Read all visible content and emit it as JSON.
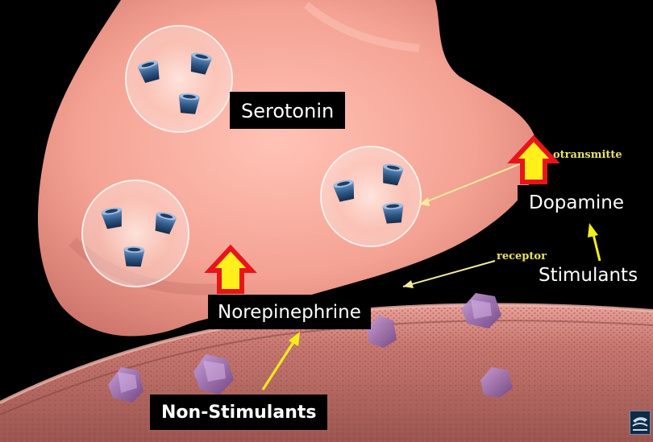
{
  "labels": {
    "serotonin": "Serotonin",
    "neurotransmitter_partial": "otransmitte",
    "dopamine": "Dopamine",
    "receptor": "receptor",
    "stimulants": "Stimulants",
    "norepinephrine": "Norepinephrine",
    "non_stimulants": "Non-Stimulants"
  },
  "colors": {
    "background": "#000000",
    "axon_terminal": "#ef9a8e",
    "membrane": "#c98079",
    "vesicle_molecule": "#2f5a8a",
    "receptor_protein": "#9b6bb0",
    "up_arrow_fill": "#ffef1a",
    "up_arrow_border": "#e8141a",
    "pointer_arrow": "#f4ee1a",
    "tiny_label": "#e8e06a"
  },
  "icons": {
    "up_arrows": "up-arrow-icon",
    "pointers": "yellow-pointer-arrow-icon",
    "logo": "publisher-logo-icon"
  }
}
